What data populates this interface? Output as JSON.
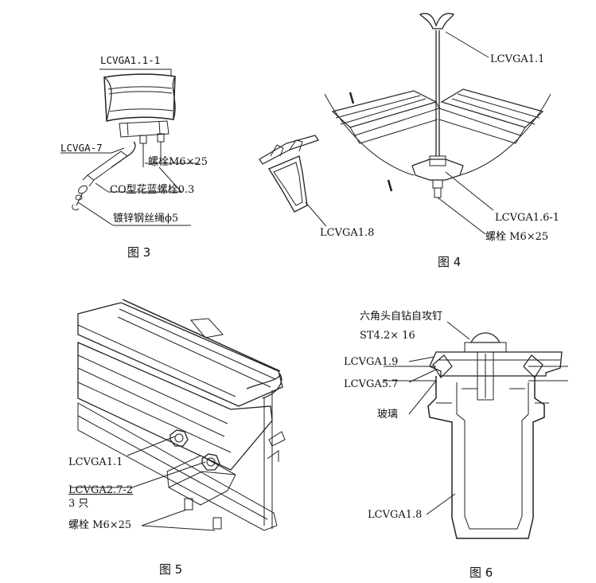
{
  "figures": {
    "fig3": {
      "caption": "图 3",
      "labels": {
        "top_part": "LCVGA1.1-1",
        "hook_part": "LCVGA-7",
        "bolt": "螺栓M6×25",
        "turnbuckle": "CO型花蓝螺栓0.3",
        "wire": "镀锌钢丝绳ϕ5"
      }
    },
    "fig4": {
      "caption": "图 4",
      "labels": {
        "ridge": "LCVGA1.1",
        "left_part": "LCVGA1.8",
        "bracket": "LCVGA1.6-1",
        "bolt": "螺栓  M6×25"
      }
    },
    "fig5": {
      "caption": "图 5",
      "labels": {
        "part": "LCVGA1.1",
        "bracket": "LCVGA2.7-2",
        "qty": "3 只",
        "bolt": "螺栓  M6×25"
      }
    },
    "fig6": {
      "caption": "图 6",
      "labels": {
        "screw": "六角头自钻自攻钉",
        "screw_spec": "ST4.2× 16",
        "cap": "LCVGA1.9",
        "gasket": "LCVGA5.7",
        "glass": "玻璃",
        "body": "LCVGA1.8"
      }
    }
  }
}
